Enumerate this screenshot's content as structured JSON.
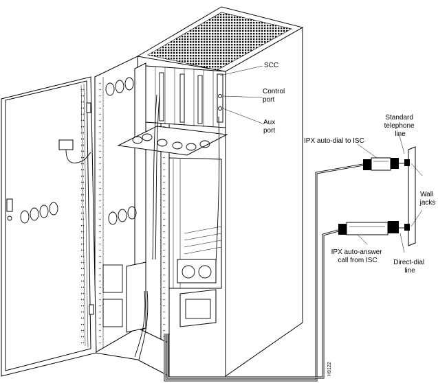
{
  "labels": {
    "scc": "SCC",
    "control_port": [
      "Control",
      "port"
    ],
    "aux_port": [
      "Aux",
      "port"
    ],
    "standard_telephone_line": [
      "Standard",
      "telephone",
      "line"
    ],
    "ipx_auto_dial": "IPX auto-dial to ISC",
    "wall_jacks": [
      "Wall",
      "jacks"
    ],
    "ipx_auto_answer": [
      "IPX auto-answer",
      "call from ISC"
    ],
    "direct_dial_line": [
      "Direct-dial",
      "line"
    ],
    "figure_id": "H9122"
  }
}
